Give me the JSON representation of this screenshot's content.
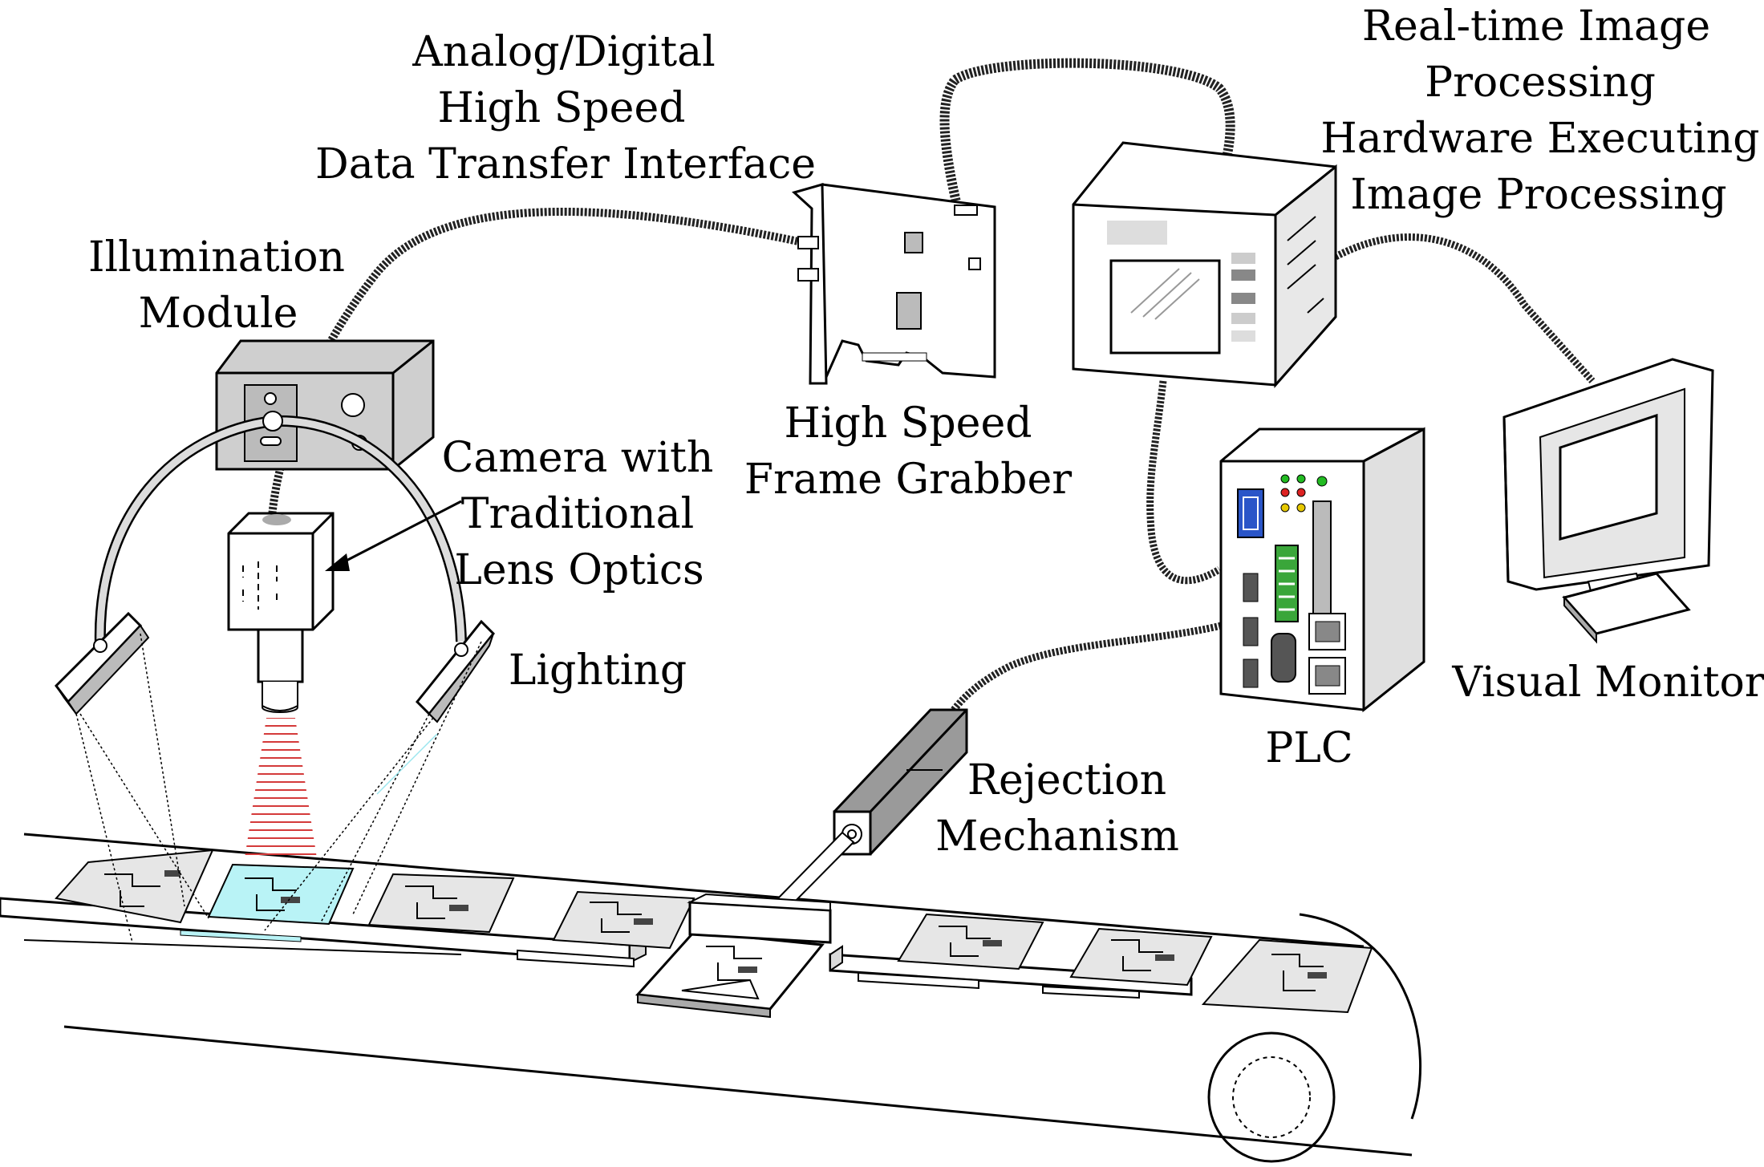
{
  "labels": {
    "interface": [
      "Analog/Digital",
      "High Speed",
      "Data Transfer Interface"
    ],
    "realtime": [
      "Real-time Image",
      "Processing",
      "Hardware Executing",
      "Image Processing"
    ],
    "illumination": [
      "Illumination",
      "Module"
    ],
    "camera": [
      "Camera with",
      "Traditional",
      "Lens Optics"
    ],
    "grabber": [
      "High Speed",
      "Frame Grabber"
    ],
    "lighting": "Lighting",
    "monitor": "Visual Monitor",
    "plc": "PLC",
    "rejection": [
      "Rejection",
      "Mechanism"
    ]
  },
  "colors": {
    "line": "#000000",
    "device_face": "#ffffff",
    "device_shade": "#d9d9d9",
    "illumination_box": "#cfcfcf",
    "rejection_arm": "#9a9a9a",
    "inspected_board": "#b9f3f6",
    "camera_beam": "#d43a3a",
    "plc_port_blue": "#2a55c8",
    "plc_terminal_green": "#3aa63a",
    "led_green": "#22bb22",
    "led_red": "#dd2222",
    "led_yellow": "#e6c800"
  }
}
